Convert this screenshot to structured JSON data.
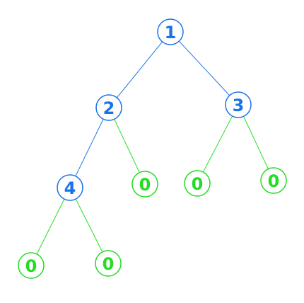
{
  "colors": {
    "internal": "#1a73e8",
    "leaf": "#22dd22",
    "background": "#ffffff"
  },
  "nodes": [
    {
      "id": "n1",
      "label": "1",
      "kind": "internal"
    },
    {
      "id": "n2",
      "label": "2",
      "kind": "internal"
    },
    {
      "id": "n3",
      "label": "3",
      "kind": "internal"
    },
    {
      "id": "n4",
      "label": "4",
      "kind": "internal"
    },
    {
      "id": "n2r",
      "label": "0",
      "kind": "leaf"
    },
    {
      "id": "n3l",
      "label": "0",
      "kind": "leaf"
    },
    {
      "id": "n3r",
      "label": "0",
      "kind": "leaf"
    },
    {
      "id": "n4l",
      "label": "0",
      "kind": "leaf"
    },
    {
      "id": "n4r",
      "label": "0",
      "kind": "leaf"
    }
  ],
  "edges": [
    {
      "from": "n1",
      "to": "n2",
      "kind": "internal"
    },
    {
      "from": "n1",
      "to": "n3",
      "kind": "internal"
    },
    {
      "from": "n2",
      "to": "n4",
      "kind": "internal"
    },
    {
      "from": "n2",
      "to": "n2r",
      "kind": "leaf"
    },
    {
      "from": "n3",
      "to": "n3l",
      "kind": "leaf"
    },
    {
      "from": "n3",
      "to": "n3r",
      "kind": "leaf"
    },
    {
      "from": "n4",
      "to": "n4l",
      "kind": "leaf"
    },
    {
      "from": "n4",
      "to": "n4r",
      "kind": "leaf"
    }
  ]
}
